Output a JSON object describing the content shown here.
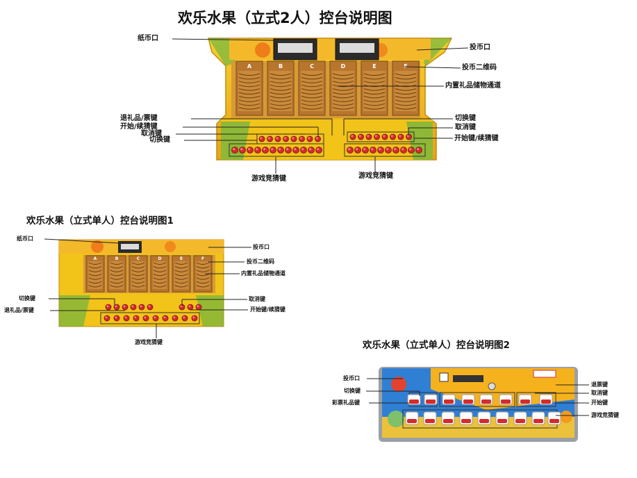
{
  "titles": {
    "main": "欢乐水果（立式2人）控台说明图",
    "single1": "欢乐水果（立式单人）控台说明图1",
    "single2": "欢乐水果（立式单人）控台说明图2"
  },
  "colors": {
    "cabinet_yellow": "#f2c318",
    "cabinet_orange": "#e9a21a",
    "channel_brown": "#a8662a",
    "button_red": "#d62b2b",
    "panel_blue": "#2f7fd4",
    "leaf_green": "#4bb04a"
  },
  "diagram_two_player": {
    "labels": {
      "paper_money_slot": "纸币口",
      "coin_slot": "投币口",
      "coin_qr_code": "投币二维码",
      "gift_channel": "内置礼品储物通道",
      "refund_key_left": "退礼品/票键",
      "start_key_left": "开始/续猜键",
      "cancel_key_left": "取消键",
      "switch_key_left": "切换键",
      "switch_key_right": "切换键",
      "cancel_key_right": "取消键",
      "start_key_right": "开始键/续猜键",
      "guess_keys_left": "游戏竞猜键",
      "guess_keys_right": "游戏竞猜键"
    },
    "channel_letters": [
      "A",
      "B",
      "C",
      "D",
      "E",
      "F"
    ]
  },
  "diagram_single_1": {
    "labels": {
      "paper_money_slot": "纸币口",
      "coin_slot": "投币口",
      "coin_qr_code": "投币二维码",
      "gift_channel": "内置礼品储物通道",
      "switch_key": "切换键",
      "refund_key": "退礼品/票键",
      "cancel_key": "取消键",
      "start_key": "开始键/续猜键",
      "guess_keys": "游戏竞猜键"
    },
    "channel_letters": [
      "A",
      "B",
      "C",
      "D",
      "E",
      "F"
    ]
  },
  "diagram_single_2": {
    "labels": {
      "coin_slot": "投币口",
      "switch_key": "切换键",
      "lottery_gift_key": "彩票礼品键",
      "refund_ticket_key": "退票键",
      "cancel_key": "取消键",
      "start_key": "开始键",
      "guess_keys": "游戏竞猜键"
    }
  }
}
